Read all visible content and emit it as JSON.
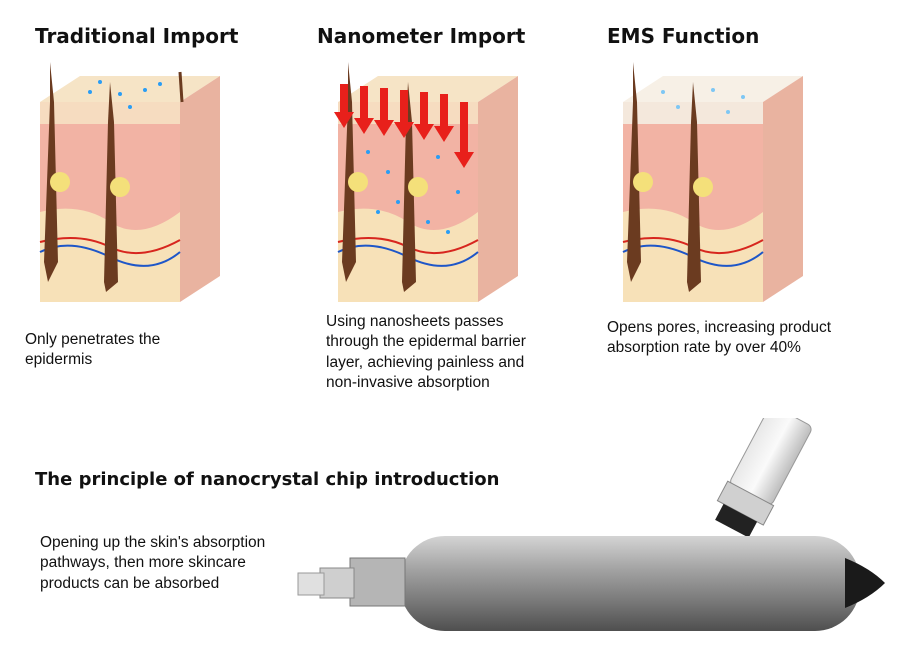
{
  "columns": [
    {
      "title": "Traditional Import",
      "description": "Only penetrates the\nepidermis"
    },
    {
      "title": "Nanometer Import",
      "description": "Using nanosheets passes\nthrough the epidermal barrier\nlayer, achieving painless and\nnon-invasive absorption"
    },
    {
      "title": "EMS Function",
      "description": "Opens pores, increasing product\nabsorption rate by over 40%"
    }
  ],
  "principle": {
    "title": "The principle of nanocrystal chip introduction",
    "description": "Opening up the skin's absorption\npathways, then more skincare\nproducts can be absorbed"
  },
  "colors": {
    "skin_top": "#f6e4c6",
    "dermis": "#f2b3a4",
    "fat": "#f7e1b8",
    "particles": "#2a9df4",
    "arrows": "#e8201b",
    "device_body": "#8e8e8e"
  },
  "icons": [
    "skin-cross-section-icon",
    "down-arrows-icon",
    "nanocrystal-device-icon"
  ]
}
